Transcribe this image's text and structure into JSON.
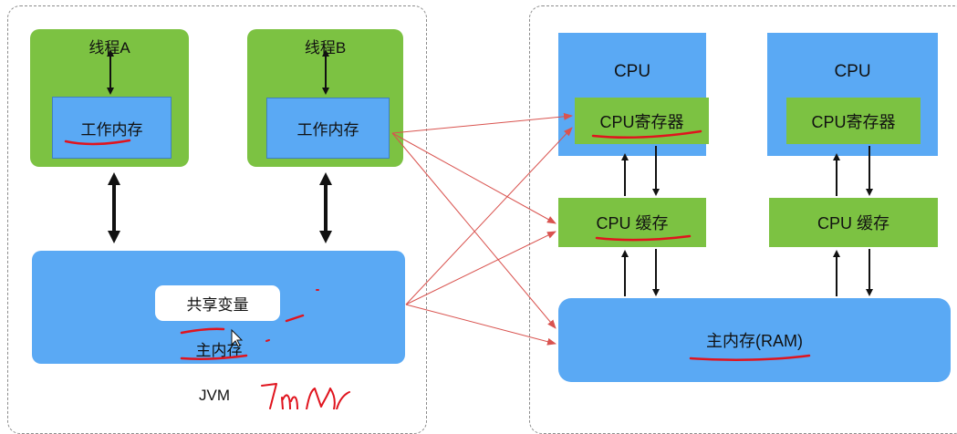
{
  "jvm": {
    "title": "JVM",
    "thread_a": {
      "title": "线程A",
      "work_mem": "工作内存"
    },
    "thread_b": {
      "title": "线程B",
      "work_mem": "工作内存"
    },
    "main_mem": {
      "shared_var": "共享变量",
      "label": "主内存"
    }
  },
  "hardware": {
    "cpu1": {
      "title": "CPU",
      "register": "CPU寄存器",
      "cache": "CPU 缓存"
    },
    "cpu2": {
      "title": "CPU",
      "register": "CPU寄存器",
      "cache": "CPU 缓存"
    },
    "ram": {
      "label": "主内存(RAM)"
    }
  },
  "colors": {
    "green": "#7cc242",
    "blue": "#5aa9f4",
    "arrow_red": "#d9534f",
    "annotation_red": "#e0141e"
  }
}
